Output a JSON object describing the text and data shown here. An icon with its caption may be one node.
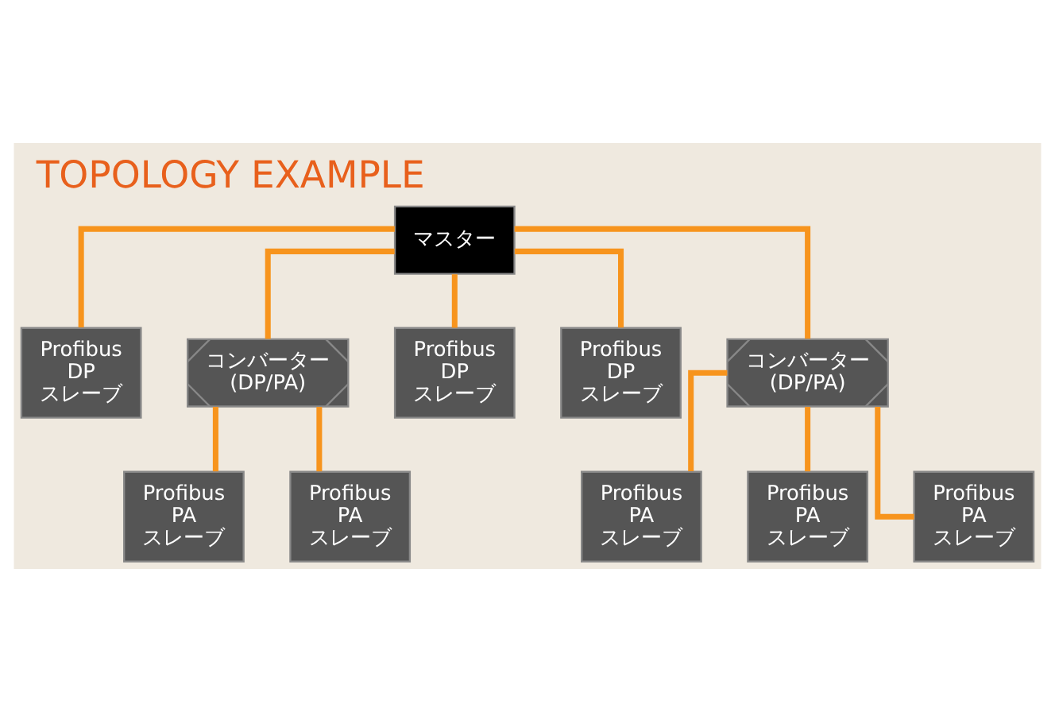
{
  "diagram": {
    "title": "TOPOLOGY EXAMPLE",
    "nodes": [
      {
        "text": [
          "マスター"
        ]
      },
      {
        "text": [
          "Profibus DP スレーブ"
        ]
      },
      {
        "text": [
          "コンバーター (DP/PA)"
        ]
      },
      {
        "text": [
          "Profibus DP スレーブ"
        ]
      },
      {
        "text": [
          "Profibus DP スレーブ"
        ]
      },
      {
        "text": [
          "コンバーター (DP/PA)"
        ]
      },
      {
        "text": [
          "Profibus PA スレーブ"
        ]
      },
      {
        "text": [
          "Profibus PA スレーブ"
        ]
      },
      {
        "text": [
          "Profibus PA スレーブ"
        ]
      },
      {
        "text": [
          "Profibus PA スレーブ"
        ]
      },
      {
        "text": [
          "Profibus PA スレーブ"
        ]
      }
    ],
    "edges": [
      {
        "from": 0,
        "to": 1,
        "arrow": "none"
      },
      {
        "from": 0,
        "to": 2,
        "arrow": "none"
      },
      {
        "from": 0,
        "to": 3,
        "arrow": "none"
      },
      {
        "from": 0,
        "to": 4,
        "arrow": "none"
      },
      {
        "from": 0,
        "to": 5,
        "arrow": "none"
      },
      {
        "from": 2,
        "to": 6,
        "arrow": "none"
      },
      {
        "from": 2,
        "to": 7,
        "arrow": "none"
      },
      {
        "from": 5,
        "to": 8,
        "arrow": "none"
      },
      {
        "from": 5,
        "to": 9,
        "arrow": "none"
      },
      {
        "from": 5,
        "to": 10,
        "arrow": "none"
      }
    ]
  }
}
